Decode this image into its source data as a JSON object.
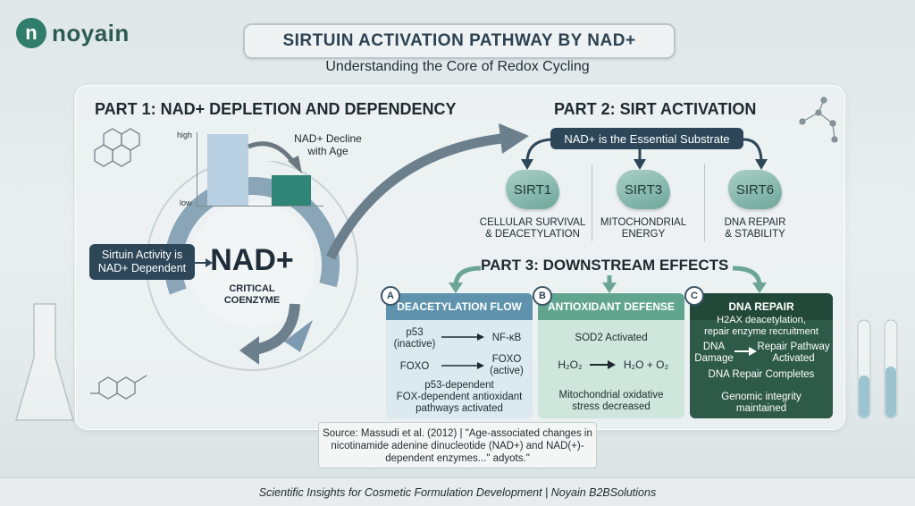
{
  "brand": {
    "name": "noyain",
    "mark": "n"
  },
  "title": "SIRTUIN ACTIVATION PATHWAY BY NAD+",
  "subtitle": "Understanding the Core of Redox Cycling",
  "part1": {
    "heading": "PART 1: NAD+ DEPLETION AND DEPENDENCY",
    "chart_high": "high",
    "chart_low": "low",
    "decline_label": "NAD+ Decline with Age",
    "dependency_label": "Sirtuin Activity is NAD+ Dependent",
    "nad_label": "NAD+",
    "coenzyme_label": "CRITICAL COENZYME"
  },
  "part2": {
    "heading": "PART 2: SIRT ACTIVATION",
    "substrate_label": "NAD+ is the Essential Substrate",
    "sirts": [
      {
        "name": "SIRT1",
        "line1": "CELLULAR SURVIVAL",
        "line2": "& DEACETYLATION"
      },
      {
        "name": "SIRT3",
        "line1": "MITOCHONDRIAL",
        "line2": "ENERGY"
      },
      {
        "name": "SIRT6",
        "line1": "DNA REPAIR",
        "line2": "& STABILITY"
      }
    ]
  },
  "part3": {
    "heading": "PART 3: DOWNSTREAM EFFECTS",
    "cards": [
      {
        "badge": "A",
        "title": "DEACETYLATION FLOW",
        "color": "#5f93ad",
        "row1_left": "p53\n(inactive)",
        "row1_right": "NF-κB",
        "row2_left": "FOXO",
        "row2_right": "FOXO\n(active)",
        "footer": "p53-dependent\nFOX-dependent antioxidant\npathways activated"
      },
      {
        "badge": "B",
        "title": "ANTIOXIDANT DEFENSE",
        "color": "#62a58f",
        "line1": "SOD2 Activated",
        "reaction_left": "H₂O₂",
        "reaction_right": "H₂O + O₂",
        "footer": "Mitochondrial oxidative\nstress decreased"
      },
      {
        "badge": "C",
        "title": "DNA REPAIR",
        "color": "#2e5a48",
        "line1": "H2AX deacetylation,\nrepair enzyme recruitment",
        "row_left": "DNA\nDamage",
        "row_right": "Repair Pathway\nActivated",
        "line2": "DNA Repair Completes",
        "footer": "Genomic integrity\nmaintained"
      }
    ]
  },
  "source": "Source: Massudi et al. (2012) | \"Age-associated changes in nicotinamide adenine dinucleotide (NAD+) and NAD(+)-dependent enzymes...\" adyots.\"",
  "footer": "Scientific Insights for Cosmetic Formulation Development | Noyain B2BSolutions",
  "colors": {
    "dark_navy": "#2d4658",
    "teal": "#2f7d6a",
    "blue_card": "#5f93ad",
    "green_card": "#62a58f",
    "dark_green_card": "#2e5a48"
  }
}
